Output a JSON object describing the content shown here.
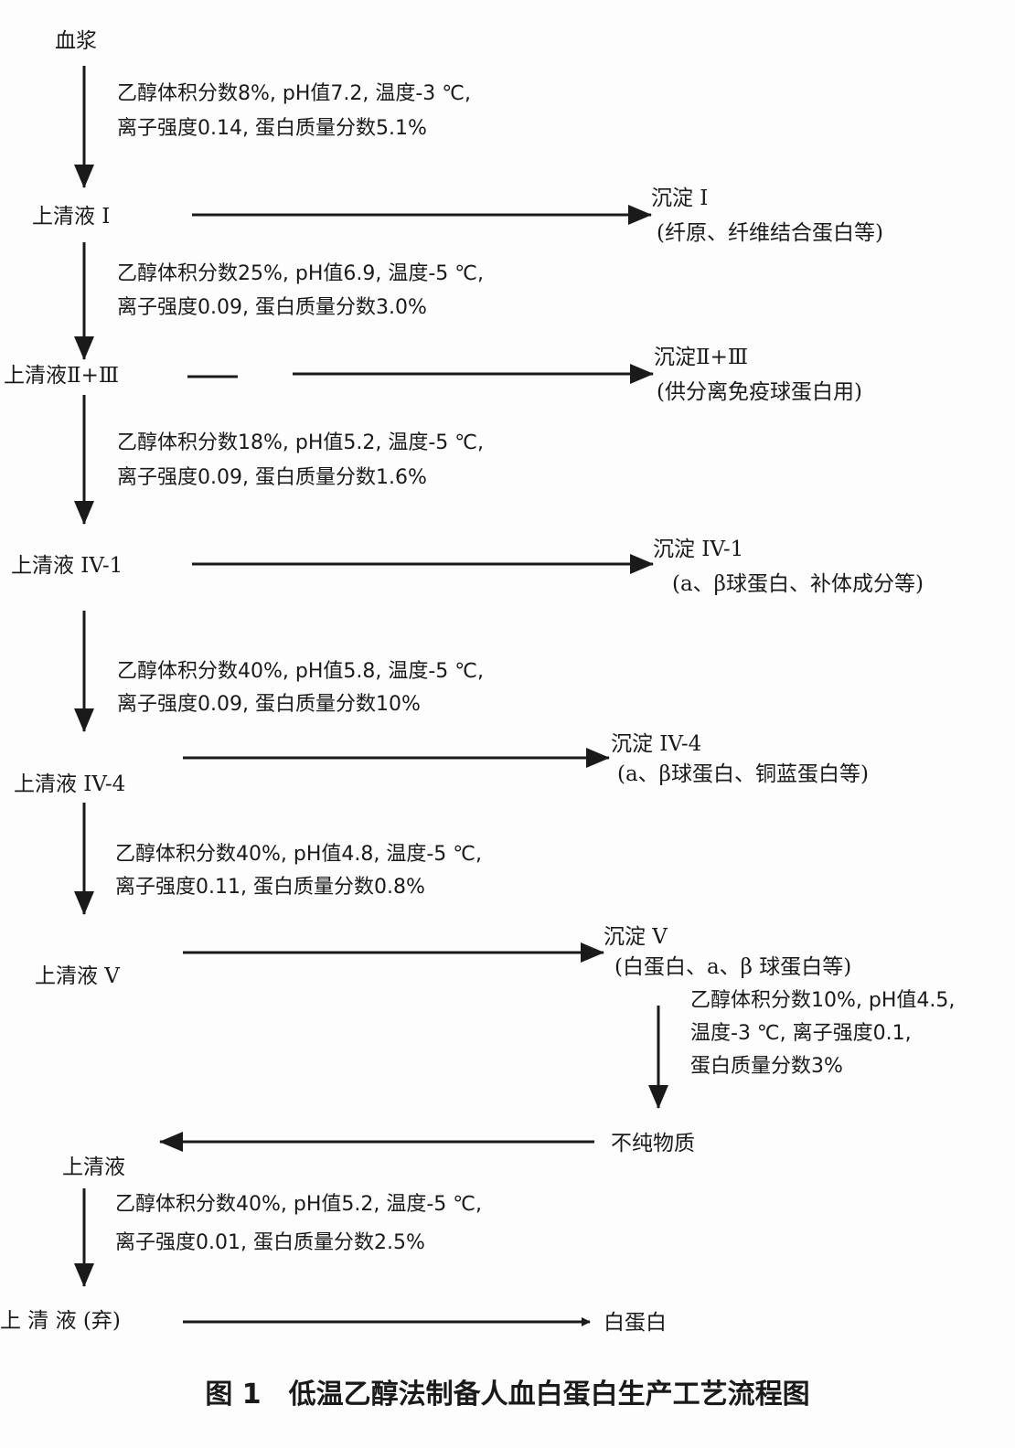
{
  "nodes": {
    "plasma": "血浆",
    "sup1": "上清液 Ⅰ",
    "ppt1": "沉淀 Ⅰ",
    "ppt1_note": "(纤原、纤维结合蛋白等)",
    "sup23": "上清液Ⅱ+Ⅲ",
    "ppt23": "沉淀Ⅱ+Ⅲ",
    "ppt23_note": "(供分离免疫球蛋白用)",
    "sup41": "上清液 IV-1",
    "ppt41": "沉淀 IV-1",
    "ppt41_note": "(a、β球蛋白、补体成分等)",
    "ppt44": "沉淀 IV-4",
    "ppt44_note": "(a、β球蛋白、铜蓝蛋白等)",
    "sup44": "上清液 IV-4",
    "ppt5": "沉淀 V",
    "ppt5_note": "(白蛋白、a、β 球蛋白等)",
    "sup5": "上清液 V",
    "impure": "不纯物质",
    "sup_final": "上清液",
    "sup_discard": "上 清 液 (弃)",
    "albumin": "白蛋白"
  },
  "conditions": [
    [
      "乙醇体积分数8%, pH值7.2, 温度-3 ℃,",
      "离子强度0.14, 蛋白质量分数5.1%"
    ],
    [
      "乙醇体积分数25%, pH值6.9, 温度-5 ℃,",
      "离子强度0.09, 蛋白质量分数3.0%"
    ],
    [
      "乙醇体积分数18%, pH值5.2, 温度-5 ℃,",
      "离子强度0.09, 蛋白质量分数1.6%"
    ],
    [
      "乙醇体积分数40%, pH值5.8, 温度-5 ℃,",
      "离子强度0.09, 蛋白质量分数10%"
    ],
    [
      "乙醇体积分数40%, pH值4.8, 温度-5 ℃,",
      "离子强度0.11, 蛋白质量分数0.8%"
    ],
    [
      "乙醇体积分数10%, pH值4.5,",
      "温度-3 ℃, 离子强度0.1,",
      "蛋白质量分数3%"
    ],
    [
      "乙醇体积分数40%, pH值5.2, 温度-5 ℃,",
      "离子强度0.01, 蛋白质量分数2.5%"
    ]
  ],
  "caption": "图 1　低温乙醇法制备人血白蛋白生产工艺流程图"
}
